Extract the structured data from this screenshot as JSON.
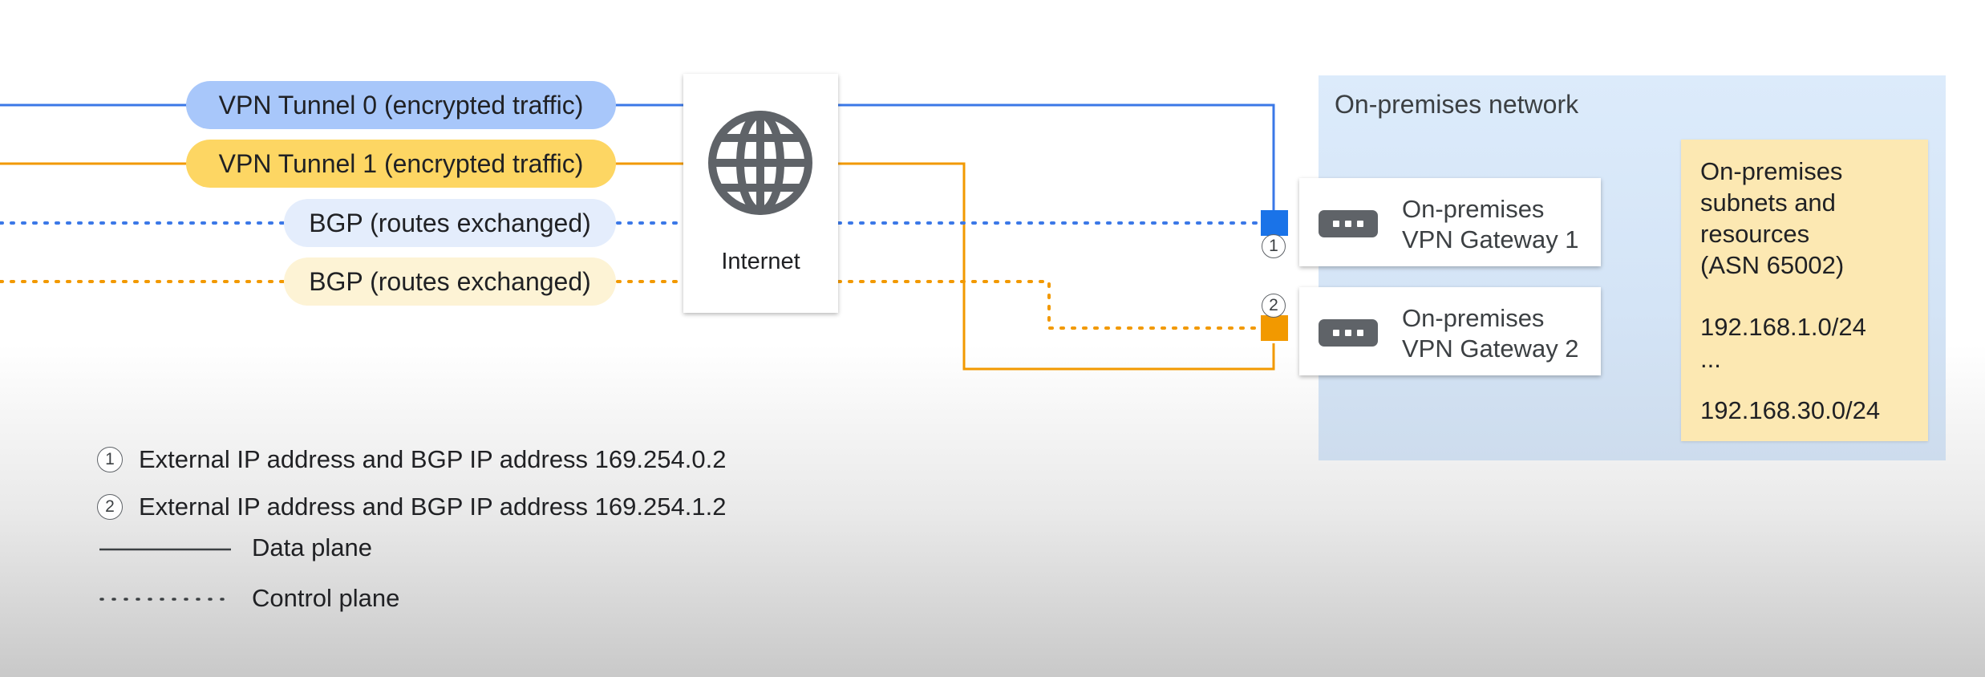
{
  "pills": {
    "tunnel0": "VPN Tunnel 0 (encrypted traffic)",
    "tunnel1": "VPN Tunnel 1 (encrypted traffic)",
    "bgp0": "BGP (routes exchanged)",
    "bgp1": "BGP (routes exchanged)"
  },
  "internet": {
    "label": "Internet",
    "icon": "globe-icon"
  },
  "onprem": {
    "title": "On-premises network",
    "gateway1": {
      "line1": "On-premises",
      "line2": "VPN Gateway 1",
      "icon": "vpn-gateway-icon"
    },
    "gateway2": {
      "line1": "On-premises",
      "line2": "VPN Gateway 2",
      "icon": "vpn-gateway-icon"
    },
    "subnets": {
      "title": "On-premises\nsubnets and\nresources\n(ASN 65002)",
      "range1": "192.168.1.0/24",
      "ellipsis": "...",
      "range2": "192.168.30.0/24"
    }
  },
  "markers": {
    "m1": "1",
    "m2": "2"
  },
  "legend": {
    "item1": {
      "num": "1",
      "text": "External IP address and BGP IP address 169.254.0.2"
    },
    "item2": {
      "num": "2",
      "text": "External IP address and BGP IP address 169.254.1.2"
    },
    "data_plane": "Data plane",
    "control_plane": "Control plane"
  },
  "colors": {
    "tunnel0": "#3b78e7",
    "tunnel1": "#f29900",
    "pill0": "#a8c7fa",
    "pill1": "#fdd663",
    "bgp0_pill": "#e4edfc",
    "bgp1_pill": "#fdf3d5",
    "onprem_bg": "#dcebfb",
    "subnets_bg": "#fce8b2"
  }
}
